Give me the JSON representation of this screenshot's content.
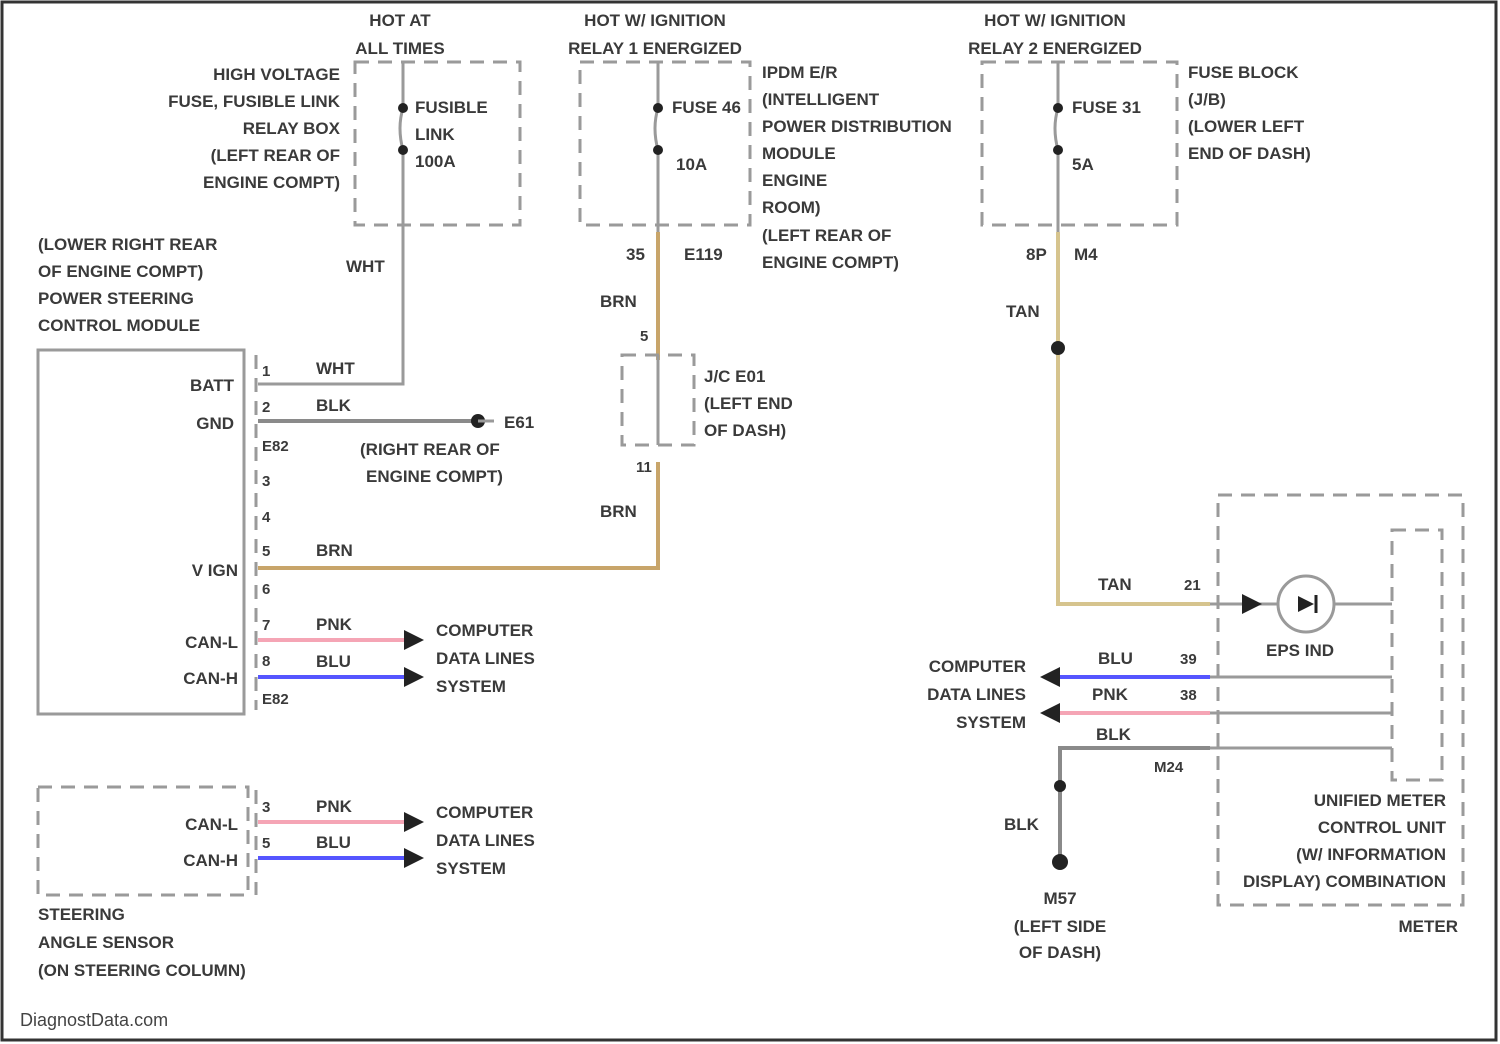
{
  "power_feeds": {
    "hot_at_all_times": [
      "HOT AT",
      "ALL TIMES"
    ],
    "hot_relay1": [
      "HOT W/ IGNITION",
      "RELAY 1 ENERGIZED"
    ],
    "hot_relay2": [
      "HOT W/ IGNITION",
      "RELAY 2 ENERGIZED"
    ]
  },
  "hv_fuse_box_label": [
    "HIGH VOLTAGE",
    "FUSE, FUSIBLE LINK",
    "RELAY BOX",
    "(LEFT REAR OF",
    "ENGINE COMPT)"
  ],
  "fusible_link": [
    "FUSIBLE",
    "LINK",
    "100A"
  ],
  "ipdm_fuse": [
    "FUSE 46",
    "10A"
  ],
  "ipdm_label": [
    "IPDM E/R",
    "(INTELLIGENT",
    "POWER DISTRIBUTION",
    "MODULE",
    "ENGINE",
    "ROOM)",
    "(LEFT REAR OF",
    "ENGINE COMPT)"
  ],
  "connector_e119": [
    "35",
    "E119"
  ],
  "fuse_block_fuse": [
    "FUSE 31",
    "5A"
  ],
  "fuse_block_label": [
    "FUSE BLOCK",
    "(J/B)",
    "(LOWER LEFT",
    "END OF DASH)"
  ],
  "connector_8p": [
    "8P",
    "M4"
  ],
  "psc_label": [
    "(LOWER RIGHT REAR",
    "OF ENGINE COMPT)",
    "POWER STEERING",
    "CONTROL MODULE"
  ],
  "psc_pins": [
    {
      "num": "1",
      "name": "BATT"
    },
    {
      "num": "2",
      "name": "GND"
    },
    {
      "num": "3",
      "name": ""
    },
    {
      "num": "4",
      "name": ""
    },
    {
      "num": "5",
      "name": "V IGN"
    },
    {
      "num": "6",
      "name": ""
    },
    {
      "num": "7",
      "name": "CAN-L"
    },
    {
      "num": "8",
      "name": "CAN-H"
    }
  ],
  "psc_connectors": [
    "E82",
    "E82"
  ],
  "ground_e61": [
    "E61",
    "(RIGHT REAR OF",
    "ENGINE COMPT)"
  ],
  "jc_label": [
    "J/C E01",
    "(LEFT END",
    "OF DASH)"
  ],
  "jc_pins": [
    "5",
    "11"
  ],
  "wire_colors": {
    "wht": "WHT",
    "blk": "BLK",
    "brn": "BRN",
    "pnk": "PNK",
    "blu": "BLU",
    "tan": "TAN"
  },
  "data_lines_label": [
    "COMPUTER",
    "DATA LINES",
    "SYSTEM"
  ],
  "steering_sensor": {
    "pins": [
      {
        "num": "3",
        "name": "CAN-L"
      },
      {
        "num": "5",
        "name": "CAN-H"
      }
    ],
    "label": [
      "STEERING",
      "ANGLE SENSOR",
      "(ON STEERING COLUMN)"
    ]
  },
  "meter": {
    "pins": [
      "21",
      "39",
      "38"
    ],
    "connector": "M24",
    "indicator": "EPS IND",
    "label": [
      "UNIFIED METER",
      "CONTROL UNIT",
      "(W/ INFORMATION",
      "DISPLAY) COMBINATION",
      "METER"
    ]
  },
  "ground_m57": [
    "M57",
    "(LEFT SIDE",
    "OF DASH)"
  ],
  "watermark": "DiagnostData.com"
}
